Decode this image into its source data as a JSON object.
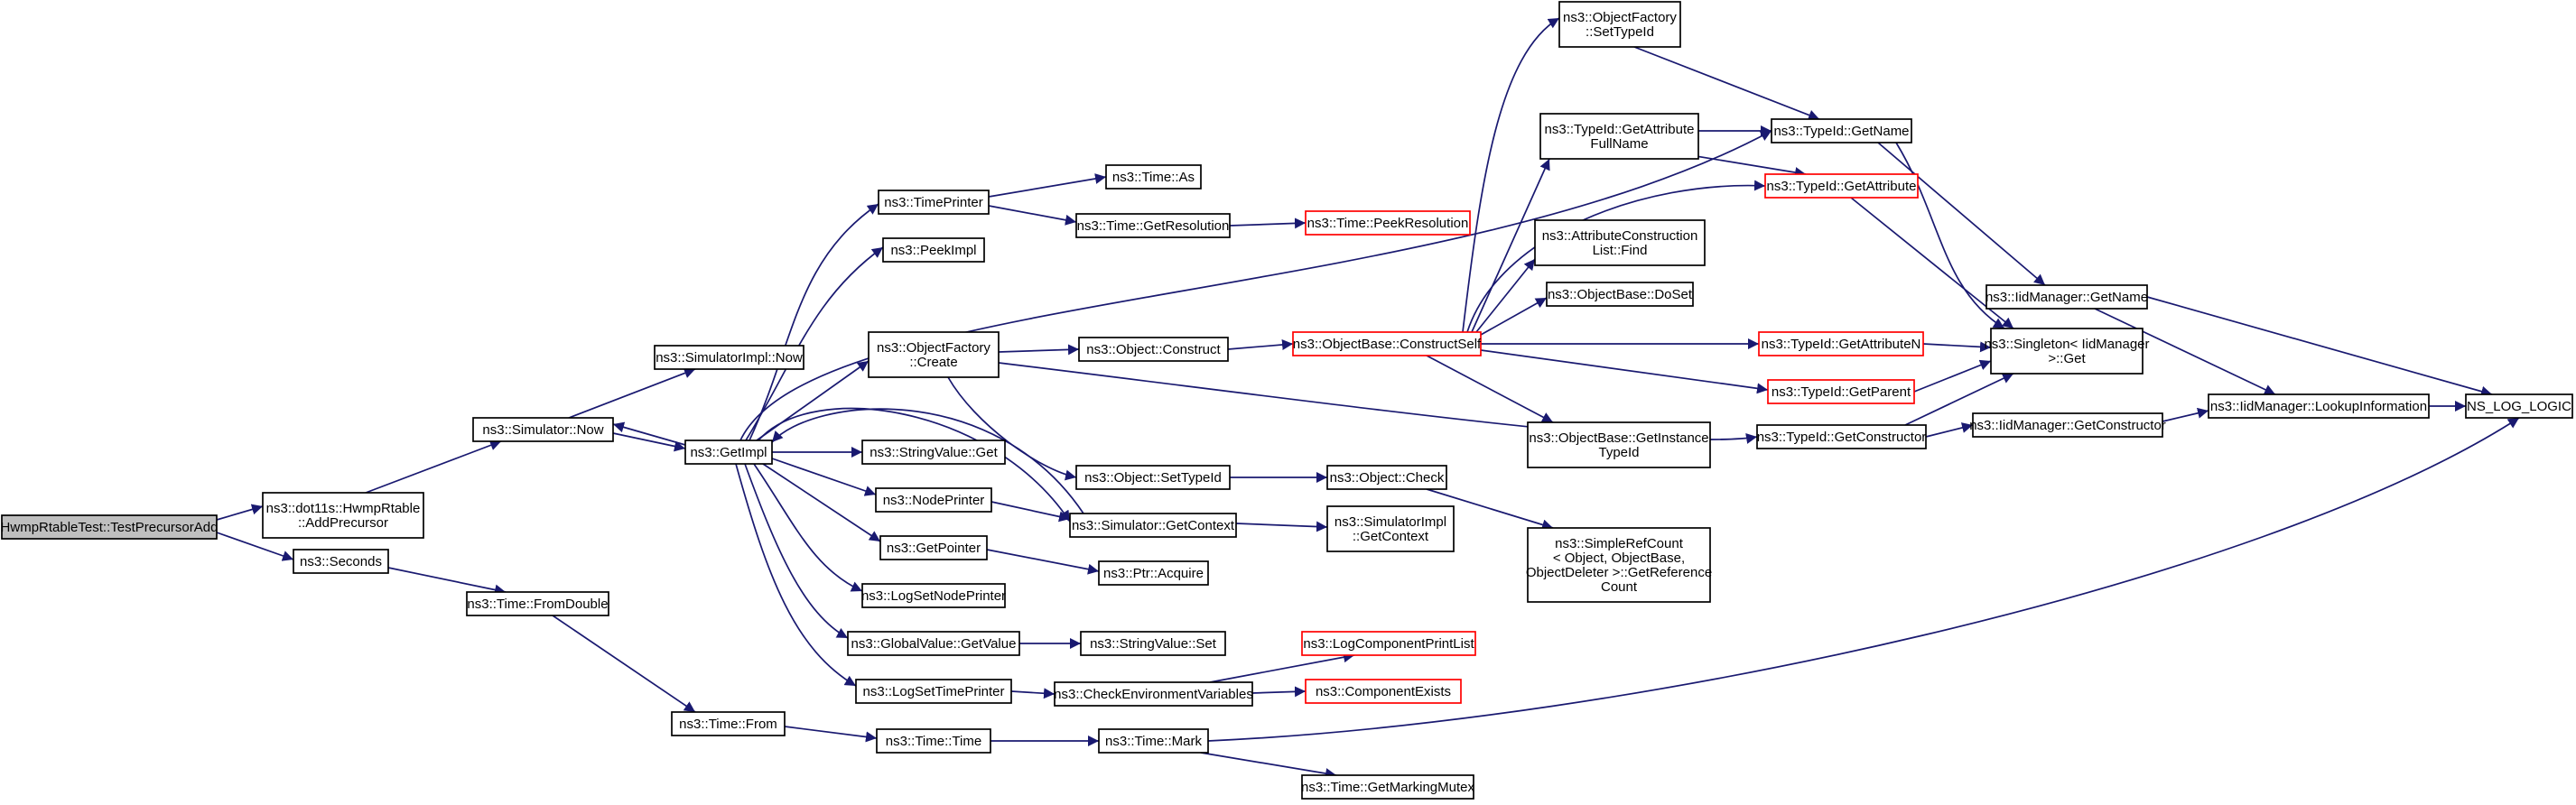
{
  "diagram": {
    "colors": {
      "edge": "#191970",
      "border_normal": "#000000",
      "border_truncated": "#ff0000",
      "fill_root": "#bfbfbf",
      "fill_normal": "#ffffff"
    },
    "nodes": [
      {
        "id": "root",
        "lines": [
          "HwmpRtableTest::TestPrecursorAdd"
        ],
        "style": "root"
      },
      {
        "id": "addprec",
        "lines": [
          "ns3::dot11s::HwmpRtable",
          "::AddPrecursor"
        ],
        "style": "normal"
      },
      {
        "id": "seconds",
        "lines": [
          "ns3::Seconds"
        ],
        "style": "normal"
      },
      {
        "id": "simnow",
        "lines": [
          "ns3::Simulator::Now"
        ],
        "style": "normal"
      },
      {
        "id": "fromdouble",
        "lines": [
          "ns3::Time::FromDouble"
        ],
        "style": "normal"
      },
      {
        "id": "simimplnow",
        "lines": [
          "ns3::SimulatorImpl::Now"
        ],
        "style": "normal"
      },
      {
        "id": "getimpl",
        "lines": [
          "ns3::GetImpl"
        ],
        "style": "normal"
      },
      {
        "id": "timefrom",
        "lines": [
          "ns3::Time::From"
        ],
        "style": "normal"
      },
      {
        "id": "timeprinter",
        "lines": [
          "ns3::TimePrinter"
        ],
        "style": "normal"
      },
      {
        "id": "peekimpl",
        "lines": [
          "ns3::PeekImpl"
        ],
        "style": "normal"
      },
      {
        "id": "objfactcreate",
        "lines": [
          "ns3::ObjectFactory",
          "::Create"
        ],
        "style": "normal"
      },
      {
        "id": "strvalget",
        "lines": [
          "ns3::StringValue::Get"
        ],
        "style": "normal"
      },
      {
        "id": "nodeprinter",
        "lines": [
          "ns3::NodePrinter"
        ],
        "style": "normal"
      },
      {
        "id": "getpointer",
        "lines": [
          "ns3::GetPointer"
        ],
        "style": "normal"
      },
      {
        "id": "lognodeprinter",
        "lines": [
          "ns3::LogSetNodePrinter"
        ],
        "style": "normal"
      },
      {
        "id": "gvgetvalue",
        "lines": [
          "ns3::GlobalValue::GetValue"
        ],
        "style": "normal"
      },
      {
        "id": "logtimeprinter",
        "lines": [
          "ns3::LogSetTimePrinter"
        ],
        "style": "normal"
      },
      {
        "id": "timetime",
        "lines": [
          "ns3::Time::Time"
        ],
        "style": "normal"
      },
      {
        "id": "timeas",
        "lines": [
          "ns3::Time::As"
        ],
        "style": "normal"
      },
      {
        "id": "getresolution",
        "lines": [
          "ns3::Time::GetResolution"
        ],
        "style": "normal"
      },
      {
        "id": "objconstruct",
        "lines": [
          "ns3::Object::Construct"
        ],
        "style": "normal"
      },
      {
        "id": "objsettypeid",
        "lines": [
          "ns3::Object::SetTypeId"
        ],
        "style": "normal"
      },
      {
        "id": "simgetcontext",
        "lines": [
          "ns3::Simulator::GetContext"
        ],
        "style": "normal"
      },
      {
        "id": "ptracquire",
        "lines": [
          "ns3::Ptr::Acquire"
        ],
        "style": "normal"
      },
      {
        "id": "strvalset",
        "lines": [
          "ns3::StringValue::Set"
        ],
        "style": "normal"
      },
      {
        "id": "checkenv",
        "lines": [
          "ns3::CheckEnvironmentVariables"
        ],
        "style": "normal"
      },
      {
        "id": "timemark",
        "lines": [
          "ns3::Time::Mark"
        ],
        "style": "normal"
      },
      {
        "id": "peekres",
        "lines": [
          "ns3::Time::PeekResolution"
        ],
        "style": "truncated"
      },
      {
        "id": "constructself",
        "lines": [
          "ns3::ObjectBase::ConstructSelf"
        ],
        "style": "truncated"
      },
      {
        "id": "objcheck",
        "lines": [
          "ns3::Object::Check"
        ],
        "style": "normal"
      },
      {
        "id": "simimplgetcontext",
        "lines": [
          "ns3::SimulatorImpl",
          "::GetContext"
        ],
        "style": "normal"
      },
      {
        "id": "logcompprint",
        "lines": [
          "ns3::LogComponentPrintList"
        ],
        "style": "truncated"
      },
      {
        "id": "compexists",
        "lines": [
          "ns3::ComponentExists"
        ],
        "style": "truncated"
      },
      {
        "id": "getmarkingmutex",
        "lines": [
          "ns3::Time::GetMarkingMutex"
        ],
        "style": "normal"
      },
      {
        "id": "ofsettypeid",
        "lines": [
          "ns3::ObjectFactory",
          "::SetTypeId"
        ],
        "style": "normal"
      },
      {
        "id": "getattrfullname",
        "lines": [
          "ns3::TypeId::GetAttribute",
          "FullName"
        ],
        "style": "normal"
      },
      {
        "id": "acfind",
        "lines": [
          "ns3::AttributeConstruction",
          "List::Find"
        ],
        "style": "normal"
      },
      {
        "id": "obdoset",
        "lines": [
          "ns3::ObjectBase::DoSet"
        ],
        "style": "normal"
      },
      {
        "id": "obgetinstance",
        "lines": [
          "ns3::ObjectBase::GetInstance",
          "TypeId"
        ],
        "style": "normal"
      },
      {
        "id": "simplerefcount",
        "lines": [
          "ns3::SimpleRefCount",
          "< Object, ObjectBase,",
          "ObjectDeleter >::GetReference",
          "Count"
        ],
        "style": "normal"
      },
      {
        "id": "typeidgetname",
        "lines": [
          "ns3::TypeId::GetName"
        ],
        "style": "normal"
      },
      {
        "id": "typeidgetattr",
        "lines": [
          "ns3::TypeId::GetAttribute"
        ],
        "style": "truncated"
      },
      {
        "id": "typeidgetattrn",
        "lines": [
          "ns3::TypeId::GetAttributeN"
        ],
        "style": "truncated"
      },
      {
        "id": "typeidgetparent",
        "lines": [
          "ns3::TypeId::GetParent"
        ],
        "style": "truncated"
      },
      {
        "id": "typeidgetctor",
        "lines": [
          "ns3::TypeId::GetConstructor"
        ],
        "style": "normal"
      },
      {
        "id": "iidgetname",
        "lines": [
          "ns3::IidManager::GetName"
        ],
        "style": "normal"
      },
      {
        "id": "singletonget",
        "lines": [
          "ns3::Singleton< IidManager",
          " >::Get"
        ],
        "style": "normal"
      },
      {
        "id": "iidgetctor",
        "lines": [
          "ns3::IidManager::GetConstructor"
        ],
        "style": "normal"
      },
      {
        "id": "iidlookup",
        "lines": [
          "ns3::IidManager::LookupInformation"
        ],
        "style": "normal"
      },
      {
        "id": "nslog",
        "lines": [
          "NS_LOG_LOGIC"
        ],
        "style": "normal"
      }
    ],
    "edges": [
      {
        "from": "root",
        "to": "addprec"
      },
      {
        "from": "root",
        "to": "seconds"
      },
      {
        "from": "addprec",
        "to": "simnow"
      },
      {
        "from": "seconds",
        "to": "fromdouble"
      },
      {
        "from": "simnow",
        "to": "simimplnow"
      },
      {
        "from": "simnow",
        "to": "getimpl"
      },
      {
        "from": "fromdouble",
        "to": "timefrom"
      },
      {
        "from": "timefrom",
        "to": "timetime"
      },
      {
        "from": "getimpl",
        "to": "simnow"
      },
      {
        "from": "getimpl",
        "to": "timeprinter"
      },
      {
        "from": "getimpl",
        "to": "peekimpl"
      },
      {
        "from": "getimpl",
        "to": "objfactcreate"
      },
      {
        "from": "getimpl",
        "to": "strvalget"
      },
      {
        "from": "getimpl",
        "to": "nodeprinter"
      },
      {
        "from": "getimpl",
        "to": "getpointer"
      },
      {
        "from": "getimpl",
        "to": "lognodeprinter"
      },
      {
        "from": "getimpl",
        "to": "gvgetvalue"
      },
      {
        "from": "getimpl",
        "to": "logtimeprinter"
      },
      {
        "from": "getimpl",
        "to": "simgetcontext"
      },
      {
        "from": "getimpl",
        "to": "typeidgetname"
      },
      {
        "from": "timeprinter",
        "to": "timeas"
      },
      {
        "from": "timeprinter",
        "to": "getresolution"
      },
      {
        "from": "getresolution",
        "to": "peekres"
      },
      {
        "from": "objfactcreate",
        "to": "objconstruct"
      },
      {
        "from": "objfactcreate",
        "to": "objsettypeid"
      },
      {
        "from": "objfactcreate",
        "to": "typeidgetctor"
      },
      {
        "from": "objconstruct",
        "to": "constructself"
      },
      {
        "from": "objsettypeid",
        "to": "objcheck"
      },
      {
        "from": "objcheck",
        "to": "simplerefcount"
      },
      {
        "from": "nodeprinter",
        "to": "simgetcontext"
      },
      {
        "from": "simgetcontext",
        "to": "getimpl"
      },
      {
        "from": "simgetcontext",
        "to": "simimplgetcontext"
      },
      {
        "from": "getpointer",
        "to": "ptracquire"
      },
      {
        "from": "gvgetvalue",
        "to": "strvalset"
      },
      {
        "from": "logtimeprinter",
        "to": "checkenv"
      },
      {
        "from": "checkenv",
        "to": "logcompprint"
      },
      {
        "from": "checkenv",
        "to": "compexists"
      },
      {
        "from": "timetime",
        "to": "timemark"
      },
      {
        "from": "timemark",
        "to": "getmarkingmutex"
      },
      {
        "from": "timemark",
        "to": "nslog"
      },
      {
        "from": "constructself",
        "to": "ofsettypeid"
      },
      {
        "from": "constructself",
        "to": "getattrfullname"
      },
      {
        "from": "constructself",
        "to": "acfind"
      },
      {
        "from": "constructself",
        "to": "obdoset"
      },
      {
        "from": "constructself",
        "to": "obgetinstance"
      },
      {
        "from": "constructself",
        "to": "typeidgetattr"
      },
      {
        "from": "constructself",
        "to": "typeidgetattrn"
      },
      {
        "from": "constructself",
        "to": "typeidgetparent"
      },
      {
        "from": "ofsettypeid",
        "to": "typeidgetname"
      },
      {
        "from": "getattrfullname",
        "to": "typeidgetname"
      },
      {
        "from": "getattrfullname",
        "to": "typeidgetattr"
      },
      {
        "from": "typeidgetname",
        "to": "iidgetname"
      },
      {
        "from": "typeidgetname",
        "to": "singletonget"
      },
      {
        "from": "typeidgetattr",
        "to": "singletonget"
      },
      {
        "from": "typeidgetattrn",
        "to": "singletonget"
      },
      {
        "from": "typeidgetparent",
        "to": "singletonget"
      },
      {
        "from": "typeidgetctor",
        "to": "singletonget"
      },
      {
        "from": "typeidgetctor",
        "to": "iidgetctor"
      },
      {
        "from": "iidgetname",
        "to": "iidlookup"
      },
      {
        "from": "iidgetname",
        "to": "nslog"
      },
      {
        "from": "iidgetctor",
        "to": "iidlookup"
      },
      {
        "from": "iidlookup",
        "to": "nslog"
      }
    ]
  }
}
